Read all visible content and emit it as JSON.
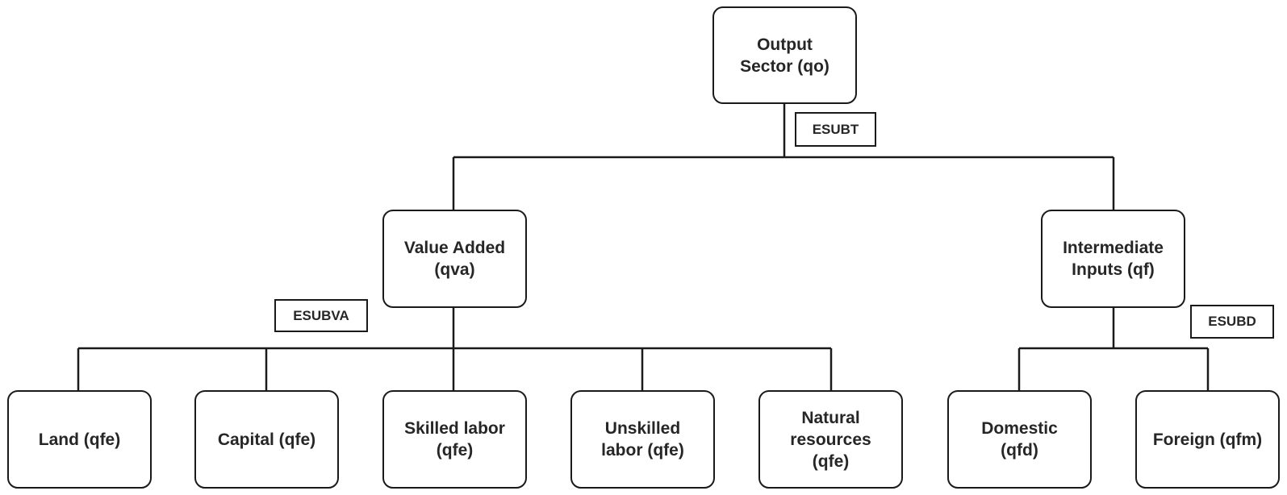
{
  "nodes": {
    "output_sector": "Output\nSector (qo)",
    "value_added": "Value Added\n(qva)",
    "intermediate_inputs": "Intermediate\nInputs (qf)",
    "land": "Land (qfe)",
    "capital": "Capital (qfe)",
    "skilled_labor": "Skilled labor\n(qfe)",
    "unskilled_labor": "Unskilled\nlabor (qfe)",
    "natural_resources": "Natural\nresources\n(qfe)",
    "domestic": "Domestic\n(qfd)",
    "foreign": "Foreign (qfm)"
  },
  "elasticities": {
    "top": "ESUBT",
    "value_added": "ESUBVA",
    "intermediate": "ESUBD"
  }
}
